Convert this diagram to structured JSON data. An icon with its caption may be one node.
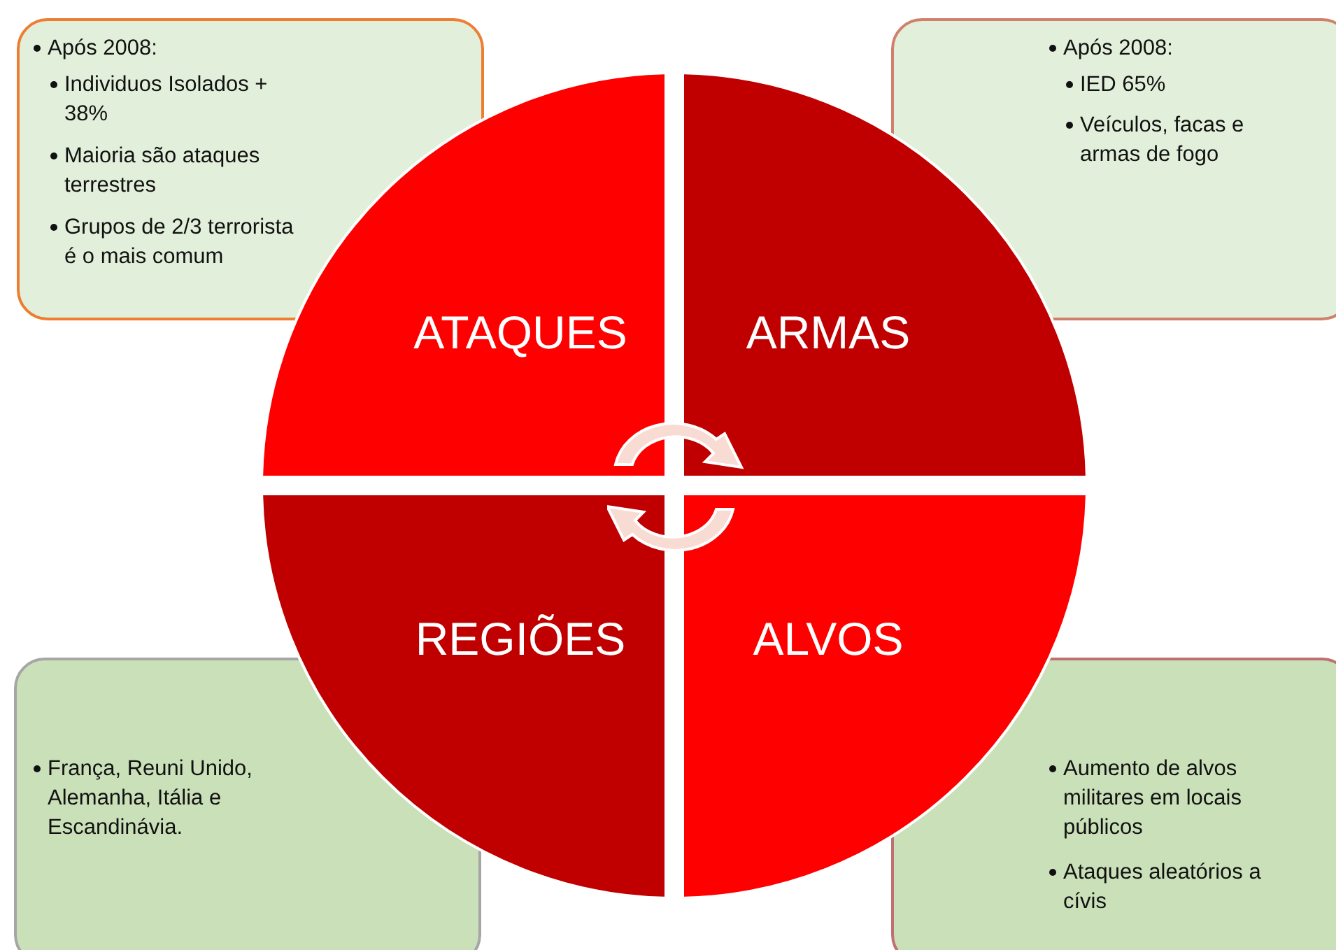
{
  "diagram": {
    "nodes": [
      {
        "text": [
          "Após 2008:",
          "Individuos Isolados + 38%",
          "Maioria são ataques terrestres",
          "Grupos de 2/3 terrorista é o mais comum"
        ]
      },
      {
        "text": [
          "Após 2008:",
          "IED 65%",
          "Veículos, facas e armas de fogo"
        ]
      },
      {
        "text": [
          "França, Reuni Unido, Alemanha, Itália e Escandinávia."
        ]
      },
      {
        "text": [
          "Aumento de alvos militares em locais públicos",
          "Ataques aleatórios a cívis"
        ]
      },
      {
        "text": [
          "ATAQUES"
        ]
      },
      {
        "text": [
          "ARMAS"
        ]
      },
      {
        "text": [
          "REGIÕES"
        ]
      },
      {
        "text": [
          "ALVOS"
        ]
      }
    ]
  }
}
